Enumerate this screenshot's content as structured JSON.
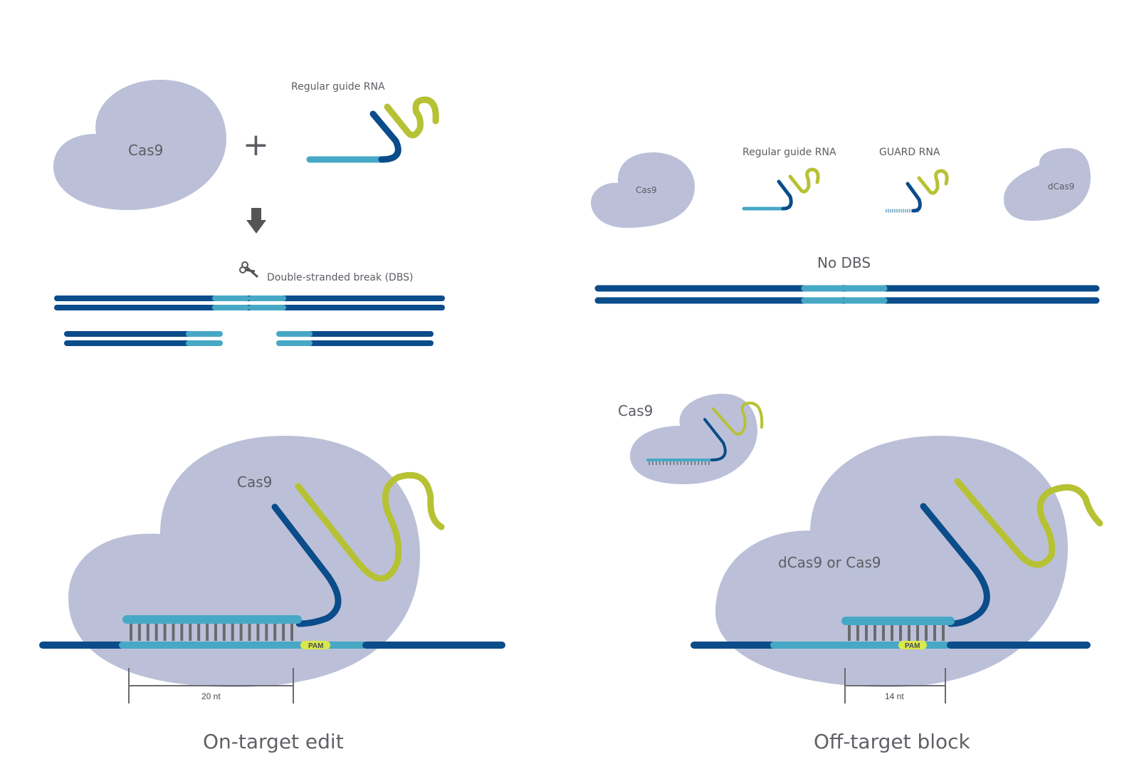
{
  "colors": {
    "protein": "#bbc0d8",
    "dna_dark": "#0b4c8a",
    "dna_light": "#47a8c6",
    "scaffold_lime": "#b6c234",
    "pam_yellow": "#d9e84a",
    "text_gray": "#5a5d63"
  },
  "left_panel": {
    "cas9_label": "Cas9",
    "plus_symbol": "+",
    "guide_rna_label": "Regular guide RNA",
    "arrow_icon": "down-arrow-icon",
    "scissors_icon": "scissors-icon",
    "dbs_label": "Double-stranded break (DBS)",
    "complex_label": "Cas9",
    "pam_label": "PAM",
    "span_label": "20 nt",
    "span_nt": 20,
    "title": "On-target edit"
  },
  "right_panel": {
    "cas9_label": "Cas9",
    "regular_guide_label": "Regular guide RNA",
    "guard_rna_label": "GUARD RNA",
    "dcas9_label": "dCas9",
    "no_dbs_label": "No DBS",
    "small_complex_label": "Cas9",
    "complex_label": "dCas9 or Cas9",
    "pam_label": "PAM",
    "span_label": "14 nt",
    "span_nt": 14,
    "title": "Off-target block"
  }
}
